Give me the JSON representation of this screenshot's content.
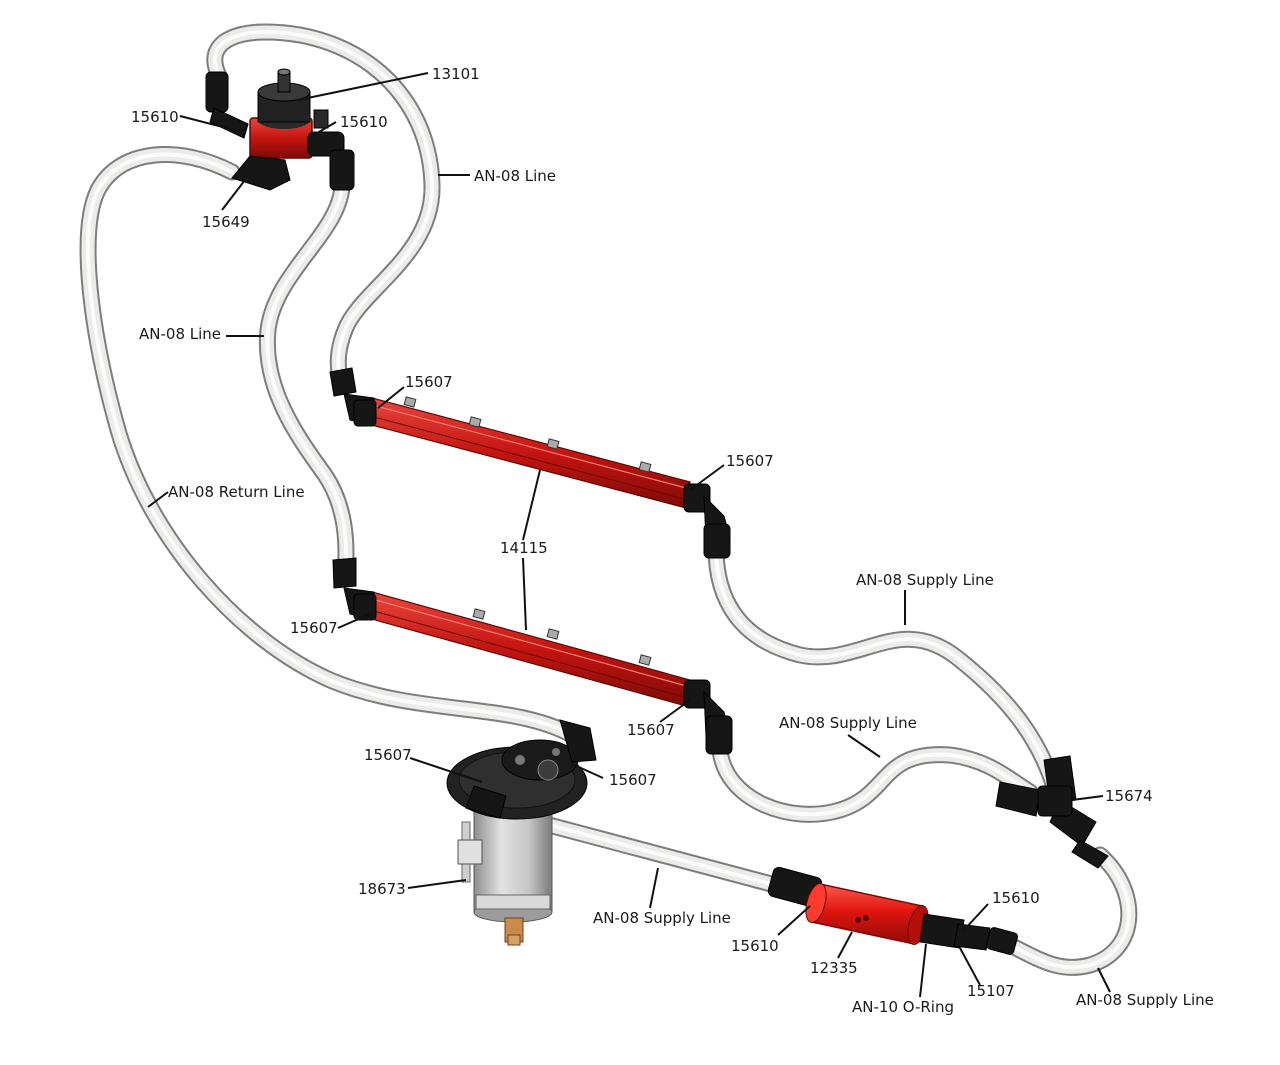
{
  "colors": {
    "hose": "#ebebea",
    "hose_edge": "#7d7d7d",
    "fitting": "#161616",
    "rail_red": "#c41510",
    "filter_red": "#e0150f",
    "pump_body": "#c9c9c9"
  },
  "labels": {
    "regulator": "13101",
    "fitting_reg_left": "15610",
    "fitting_reg_right": "15610",
    "fitting_return_elbow": "15649",
    "upper_right_line": "AN-08 Line",
    "left_line": "AN-08 Line",
    "return_line": "AN-08 Return Line",
    "rail1_left_fitting": "15607",
    "rail1_right_fitting": "15607",
    "fuel_rail": "14115",
    "rail2_left_fitting": "15607",
    "rail2_right_fitting": "15607",
    "supply_line_upper": "AN-08 Supply Line",
    "supply_line_middle": "AN-08 Supply Line",
    "tee_fitting": "15674",
    "pump_left_fitting": "15607",
    "pump_right_fitting": "15607",
    "pump_assembly": "18673",
    "supply_line_lower": "AN-08 Supply Line",
    "filter_left_fitting": "15610",
    "filter": "12335",
    "filter_oring": "AN-10 O-Ring",
    "filter_right_fitting": "15610",
    "filter_reducer": "15107",
    "supply_line_right": "AN-08 Supply Line"
  }
}
